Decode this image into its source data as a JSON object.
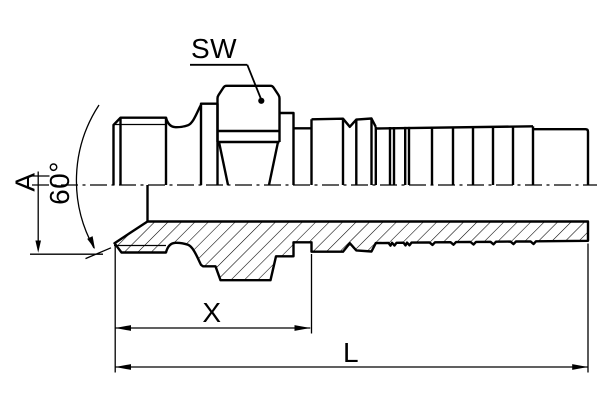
{
  "drawing": {
    "kind": "hydraulic-fitting-technical-drawing",
    "labels": {
      "wrench_size": "SW",
      "thread_dim": "A",
      "cone_angle": "60°",
      "cutoff_length": "X",
      "overall_length": "L"
    },
    "colors": {
      "ink": "#000000",
      "background": "#ffffff"
    }
  }
}
